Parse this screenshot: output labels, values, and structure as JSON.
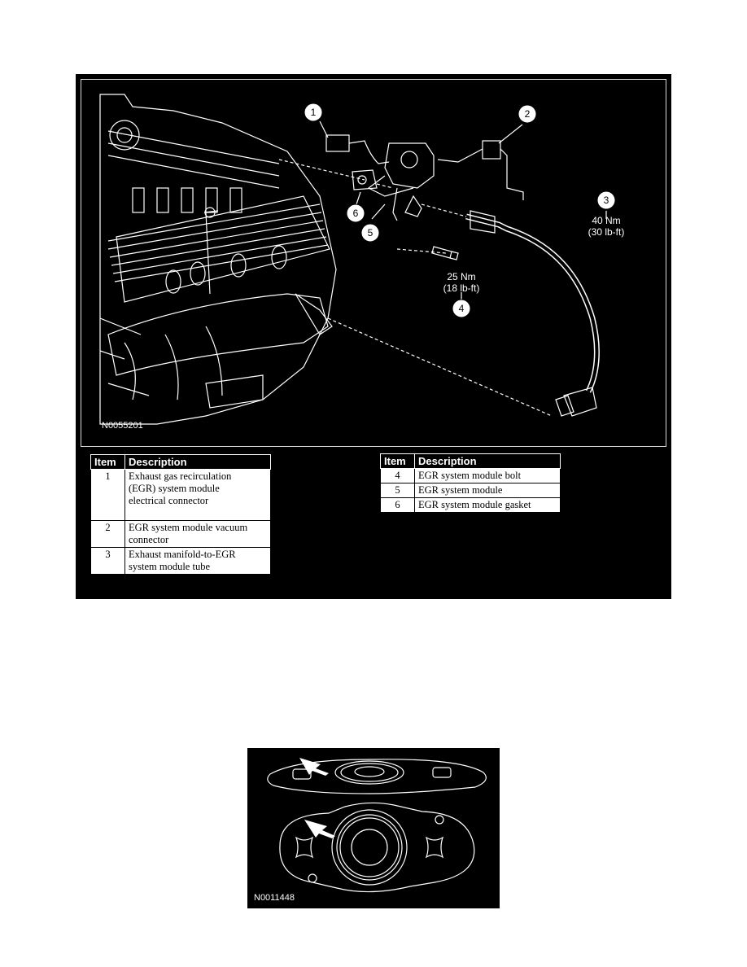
{
  "figure1": {
    "code": "N0055201",
    "callouts": [
      "1",
      "2",
      "3",
      "4",
      "5",
      "6"
    ],
    "torque3": {
      "nm": "40 Nm",
      "lbft": "(30 lb-ft)"
    },
    "torque4": {
      "nm": "25 Nm",
      "lbft": "(18 lb-ft)"
    }
  },
  "table_left": {
    "headers": [
      "Item",
      "Description"
    ],
    "rows": [
      {
        "item": "1",
        "desc_lines": [
          "Exhaust gas recirculation",
          "(EGR) system module",
          "electrical connector"
        ]
      },
      {
        "item": "2",
        "desc_lines": [
          "EGR system module vacuum",
          "connector"
        ]
      },
      {
        "item": "3",
        "desc_lines": [
          "Exhaust manifold-to-EGR",
          "system module tube"
        ]
      }
    ]
  },
  "table_right": {
    "headers": [
      "Item",
      "Description"
    ],
    "rows": [
      {
        "item": "4",
        "desc": "EGR system module bolt"
      },
      {
        "item": "5",
        "desc": "EGR system module"
      },
      {
        "item": "6",
        "desc": "EGR system module gasket"
      }
    ]
  },
  "figure2": {
    "code": "N0011448"
  }
}
